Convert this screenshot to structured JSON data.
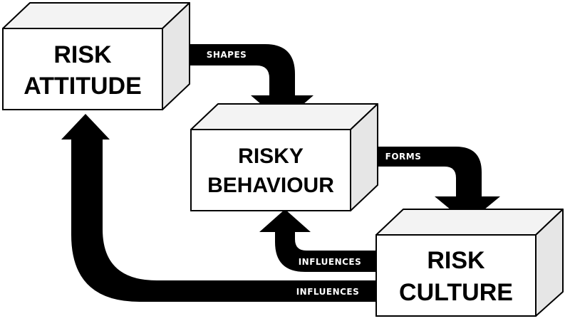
{
  "colors": {
    "box_front": "#ffffff",
    "box_top": "#f3f3f3",
    "box_side": "#e6e6e6",
    "outline": "#000000",
    "arrow": "#000000",
    "arrow_label": "#ffffff"
  },
  "boxes": {
    "risk_attitude": {
      "line1": "RISK",
      "line2": "ATTITUDE"
    },
    "risky_behaviour": {
      "line1": "RISKY",
      "line2": "BEHAVIOUR"
    },
    "risk_culture": {
      "line1": "RISK",
      "line2": "CULTURE"
    }
  },
  "arrows": {
    "shapes": "SHAPES",
    "forms": "FORMS",
    "influences_behaviour": "INFLUENCES",
    "influences_attitude": "INFLUENCES"
  }
}
